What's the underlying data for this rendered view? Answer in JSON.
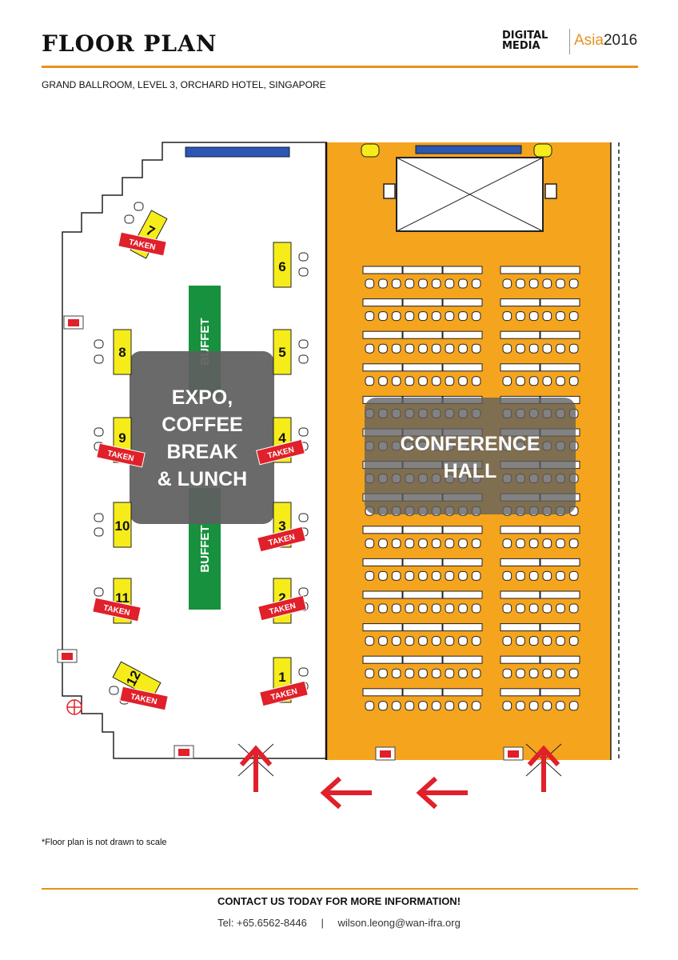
{
  "header": {
    "title": "FLOOR PLAN",
    "logo_line1": "DIGITAL",
    "logo_line2": "MEDIA",
    "logo_asia": "Asia",
    "logo_year": "2016",
    "subtitle": "GRAND BALLROOM, LEVEL 3, ORCHARD HOTEL, SINGAPORE"
  },
  "plan": {
    "expo_area": {
      "lines": [
        "EXPO,",
        "COFFEE",
        "BREAK",
        "& LUNCH"
      ]
    },
    "conference_area": {
      "lines": [
        "CONFERENCE",
        "HALL"
      ]
    },
    "buffet_label": "BUFFET",
    "taken_label": "TAKEN",
    "booths": [
      {
        "number": "1",
        "taken": true
      },
      {
        "number": "2",
        "taken": true
      },
      {
        "number": "3",
        "taken": true
      },
      {
        "number": "4",
        "taken": true
      },
      {
        "number": "5",
        "taken": false
      },
      {
        "number": "6",
        "taken": false
      },
      {
        "number": "7",
        "taken": true
      },
      {
        "number": "8",
        "taken": false
      },
      {
        "number": "9",
        "taken": true
      },
      {
        "number": "10",
        "taken": false
      },
      {
        "number": "11",
        "taken": true
      },
      {
        "number": "12",
        "taken": true
      }
    ]
  },
  "footer": {
    "note": "*Floor plan is not drawn to scale",
    "contact_heading": "CONTACT US TODAY FOR MORE INFORMATION!",
    "phone": "Tel: +65.6562-8446",
    "separator": "|",
    "email": "wilson.leong@wan-ifra.org"
  },
  "colors": {
    "accent": "#e8911f",
    "hall": "#f5a41e",
    "booth": "#f6ec1a",
    "taken": "#e0202a",
    "buffet": "#17913e",
    "overlay": "#5f5f5f",
    "stage_blue": "#2b56b3"
  }
}
